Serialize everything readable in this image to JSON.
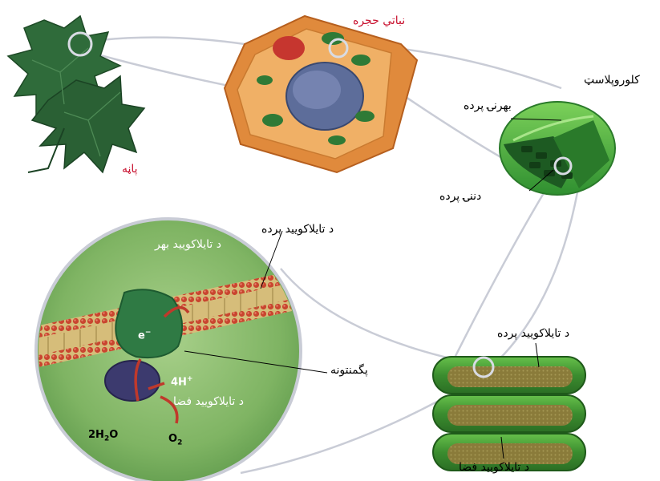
{
  "labels": {
    "plant_cell": "نباتي حجره",
    "leaf": "پاڼه",
    "chloroplast": "کلوروپلاسټ",
    "outer_membrane": "بهرنۍ پرده",
    "inner_membrane": "دننۍ پرده",
    "thylakoid_membrane_top": "د تایلاکویید پرده",
    "thylakoid_outside": "د تایلاکویید بهر",
    "pigment": "پگمنتونه",
    "thylakoid_space_inner": "د تایلاکویید فضا",
    "thylakoid_membrane_right": "د تایلاکویید پرده",
    "thylakoid_space_bottom": "د تایلاکویید فضا"
  },
  "chemistry": {
    "electron": "e",
    "electron_sup": "−",
    "hydrogen": "4H",
    "hydrogen_sup": "+",
    "water_coeff": "2H",
    "water_sub": "2",
    "water_tail": "O",
    "oxygen": "O",
    "oxygen_sub": "2"
  },
  "colors": {
    "label_red": "#c8102e",
    "label_black": "#000000",
    "leaf_green": "#2f6b3a",
    "membrane_red": "#b63a2a",
    "chloroplast_green": "#3fa03a",
    "zoom_bg": "#86b86a"
  }
}
